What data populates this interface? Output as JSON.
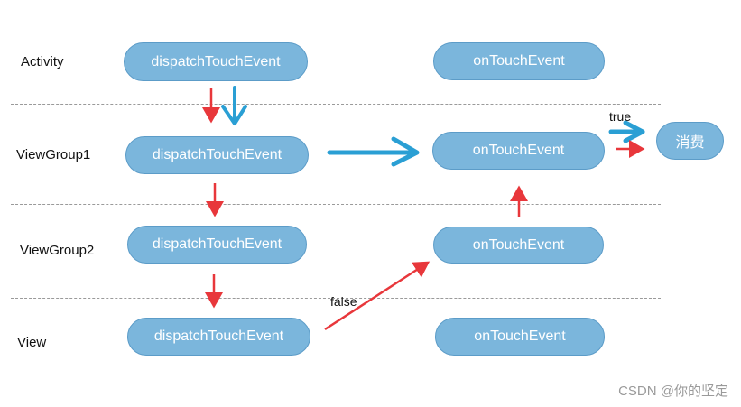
{
  "layers": [
    {
      "label": "Activity"
    },
    {
      "label": "ViewGroup1"
    },
    {
      "label": "ViewGroup2"
    },
    {
      "label": "View"
    }
  ],
  "nodes": {
    "activity_dispatch": "dispatchTouchEvent",
    "activity_ontouch": "onTouchEvent",
    "vg1_dispatch": "dispatchTouchEvent",
    "vg1_ontouch": "onTouchEvent",
    "vg2_dispatch": "dispatchTouchEvent",
    "vg2_ontouch": "onTouchEvent",
    "view_dispatch": "dispatchTouchEvent",
    "view_ontouch": "onTouchEvent",
    "consume": "消费"
  },
  "edge_labels": {
    "true_label": "true",
    "false_label": "false"
  },
  "colors": {
    "node_fill": "#7bb6dc",
    "red_arrow": "#e8373b",
    "blue_arrow": "#2a9fd4"
  },
  "watermark": "CSDN @你的坚定"
}
